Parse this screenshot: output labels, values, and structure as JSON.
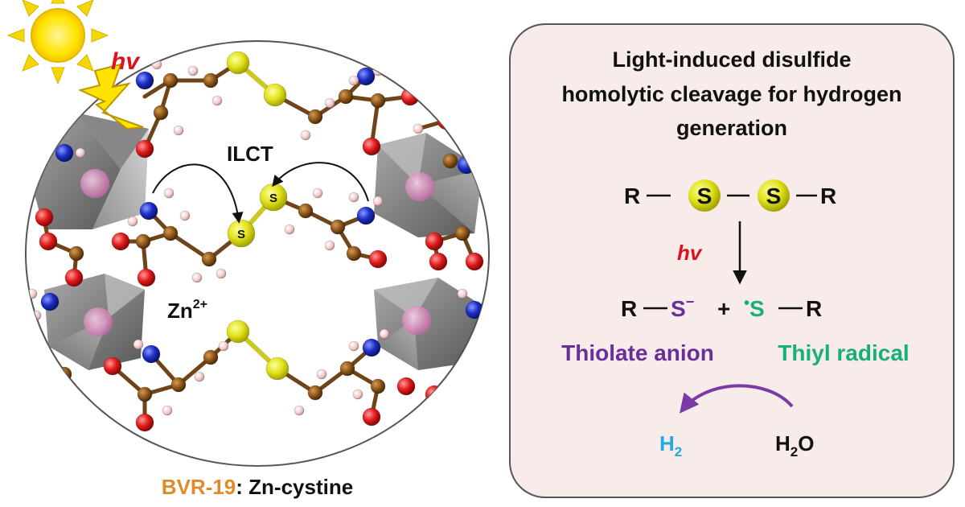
{
  "left": {
    "hv_label": "hv",
    "ilct_label": "ILCT",
    "zn_base": "Zn",
    "zn_charge": "2+",
    "sulfur_symbol": "S",
    "caption": {
      "code": "BVR-19",
      "rest": ": Zn-cystine",
      "code_color": "#e08a2a"
    }
  },
  "right": {
    "title_lines": [
      "Light-induced disulfide",
      "homolytic cleavage for hydrogen",
      "generation"
    ],
    "disulfide": {
      "r_left": "R",
      "s1": "S",
      "s2": "S",
      "r_right": "R"
    },
    "hv_label": "hv",
    "products": {
      "r1": "R",
      "thiolate_s": "S",
      "thiolate_charge": "−",
      "plus": "+",
      "radical_dot": "•",
      "thiyl_s": "S",
      "r2": "R"
    },
    "thiolate_label": "Thiolate anion",
    "thiyl_label": "Thiyl radical",
    "h2_base": "H",
    "h2_sub": "2",
    "h2o_h": "H",
    "h2o_sub": "2",
    "h2o_o": "O"
  },
  "colors": {
    "hv_red": "#e0101a",
    "thiolate_purple": "#6a2e9a",
    "thiyl_green": "#17b07a",
    "h2_cyan": "#23a8e0",
    "arrow_purple": "#7a3aa8",
    "sulfur_yellow": "#d9d91a",
    "carbon_brown": "#8a5418",
    "oxygen_red": "#d81c1c",
    "nitrogen_blue": "#1c2ec8",
    "panel_bg": "#f8ecea"
  }
}
